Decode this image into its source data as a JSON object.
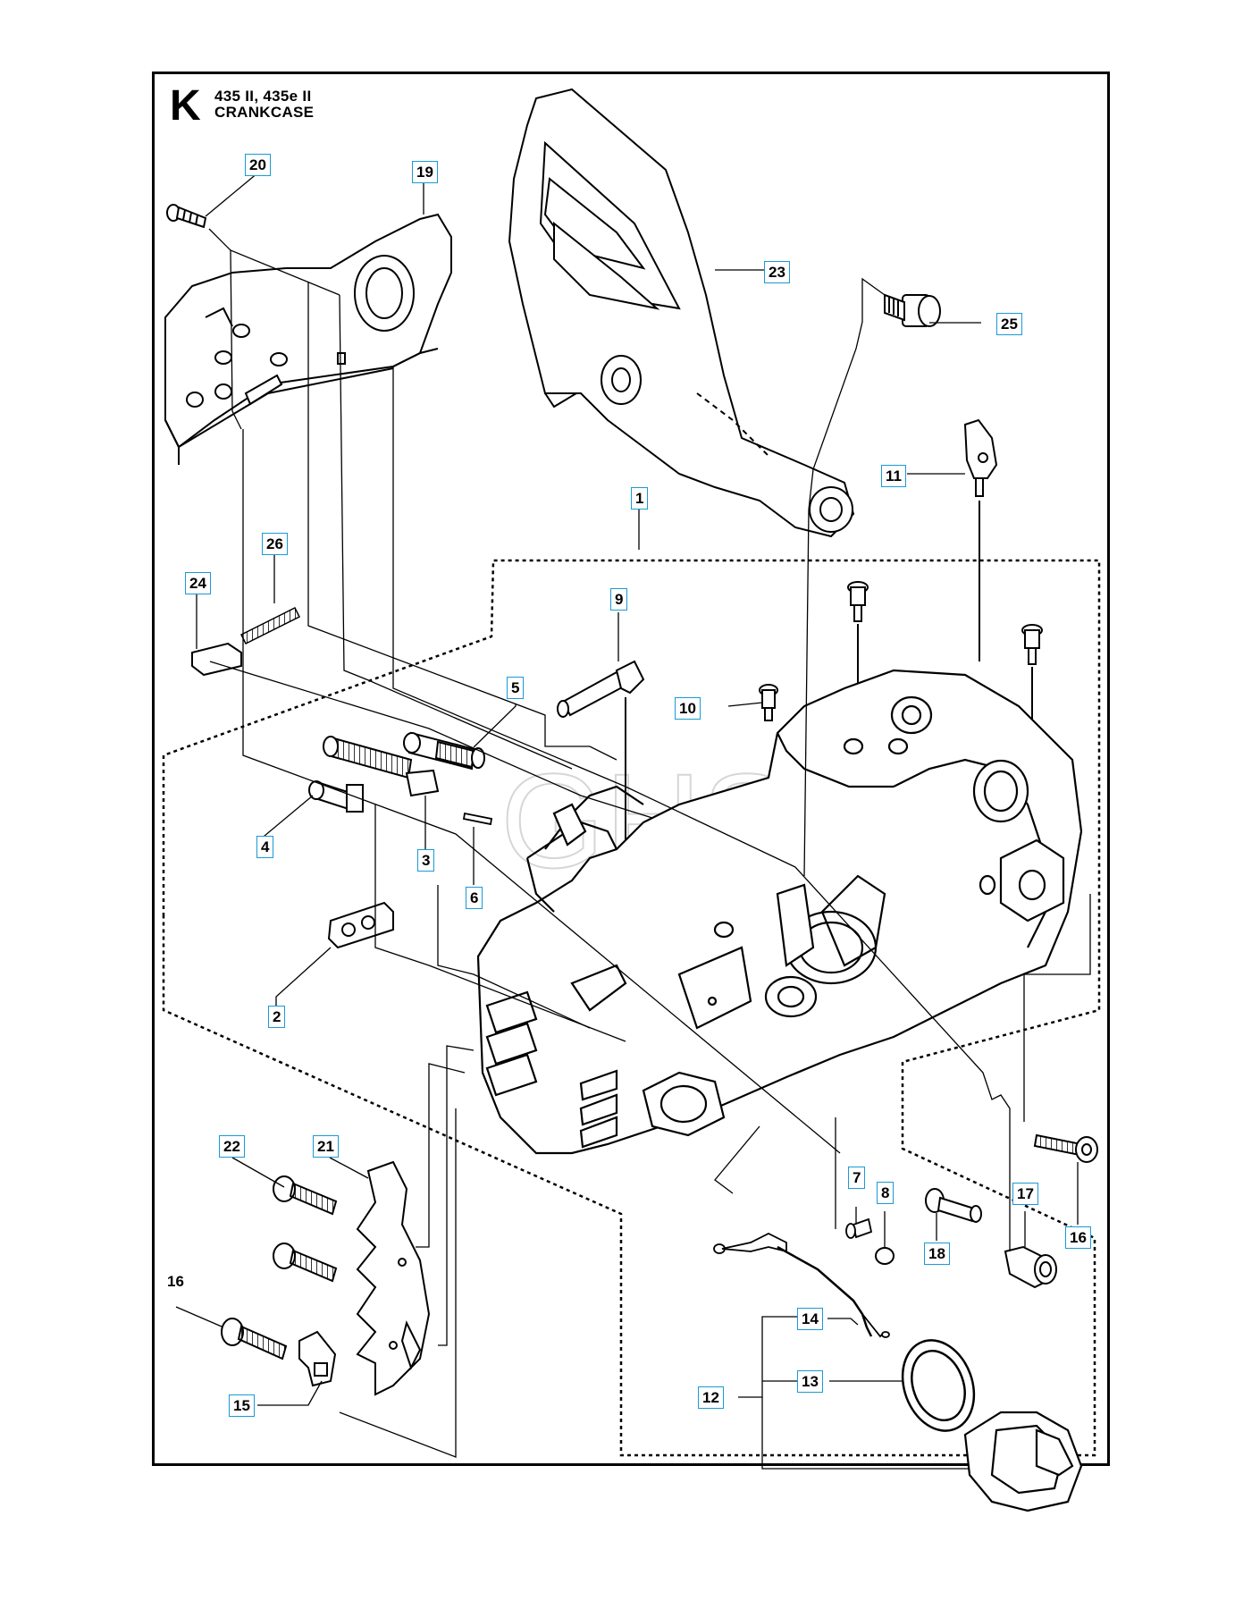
{
  "header": {
    "section_letter": "K",
    "models": "435 II, 435e II",
    "title": "CRANKCASE"
  },
  "callouts": [
    {
      "id": "c20",
      "label": "20",
      "boxed": true
    },
    {
      "id": "c19",
      "label": "19",
      "boxed": true
    },
    {
      "id": "c23",
      "label": "23",
      "boxed": true
    },
    {
      "id": "c25",
      "label": "25",
      "boxed": true
    },
    {
      "id": "c11",
      "label": "11",
      "boxed": true
    },
    {
      "id": "c1",
      "label": "1",
      "boxed": true
    },
    {
      "id": "c26",
      "label": "26",
      "boxed": true
    },
    {
      "id": "c24",
      "label": "24",
      "boxed": true
    },
    {
      "id": "c9",
      "label": "9",
      "boxed": true
    },
    {
      "id": "c10",
      "label": "10",
      "boxed": true
    },
    {
      "id": "c5",
      "label": "5",
      "boxed": true
    },
    {
      "id": "c4",
      "label": "4",
      "boxed": true
    },
    {
      "id": "c3",
      "label": "3",
      "boxed": true
    },
    {
      "id": "c6",
      "label": "6",
      "boxed": true
    },
    {
      "id": "c2",
      "label": "2",
      "boxed": true
    },
    {
      "id": "c22",
      "label": "22",
      "boxed": true
    },
    {
      "id": "c21",
      "label": "21",
      "boxed": true
    },
    {
      "id": "c7",
      "label": "7",
      "boxed": true
    },
    {
      "id": "c8",
      "label": "8",
      "boxed": true
    },
    {
      "id": "c17",
      "label": "17",
      "boxed": true
    },
    {
      "id": "c16a",
      "label": "16",
      "boxed": true
    },
    {
      "id": "c18",
      "label": "18",
      "boxed": true
    },
    {
      "id": "c16b",
      "label": "16",
      "boxed": false
    },
    {
      "id": "c14",
      "label": "14",
      "boxed": true
    },
    {
      "id": "c13",
      "label": "13",
      "boxed": true
    },
    {
      "id": "c12",
      "label": "12",
      "boxed": true
    },
    {
      "id": "c15",
      "label": "15",
      "boxed": true
    }
  ],
  "watermark": "GHS"
}
